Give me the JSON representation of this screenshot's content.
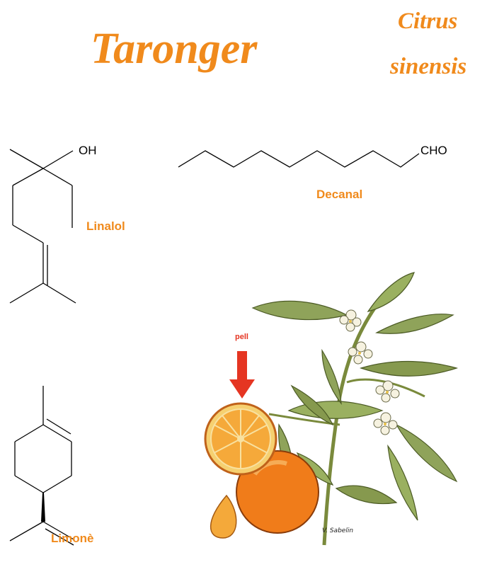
{
  "header": {
    "common_name": "Taronger",
    "scientific_name_line1": "Citrus",
    "scientific_name_line2": "sinensis"
  },
  "molecules": {
    "linalol": {
      "name": "Linalol",
      "group": "OH"
    },
    "decanal": {
      "name": "Decanal",
      "group": "CHO"
    },
    "limonene": {
      "name": "Limonè"
    }
  },
  "illustration": {
    "arrow_label": "pell",
    "signature": "V. Sabelin"
  },
  "colors": {
    "title_orange": "#f08a1c",
    "arrow_red": "#e53522",
    "leaf_green": "#8fa35a",
    "orange_fruit": "#f07c1a"
  }
}
